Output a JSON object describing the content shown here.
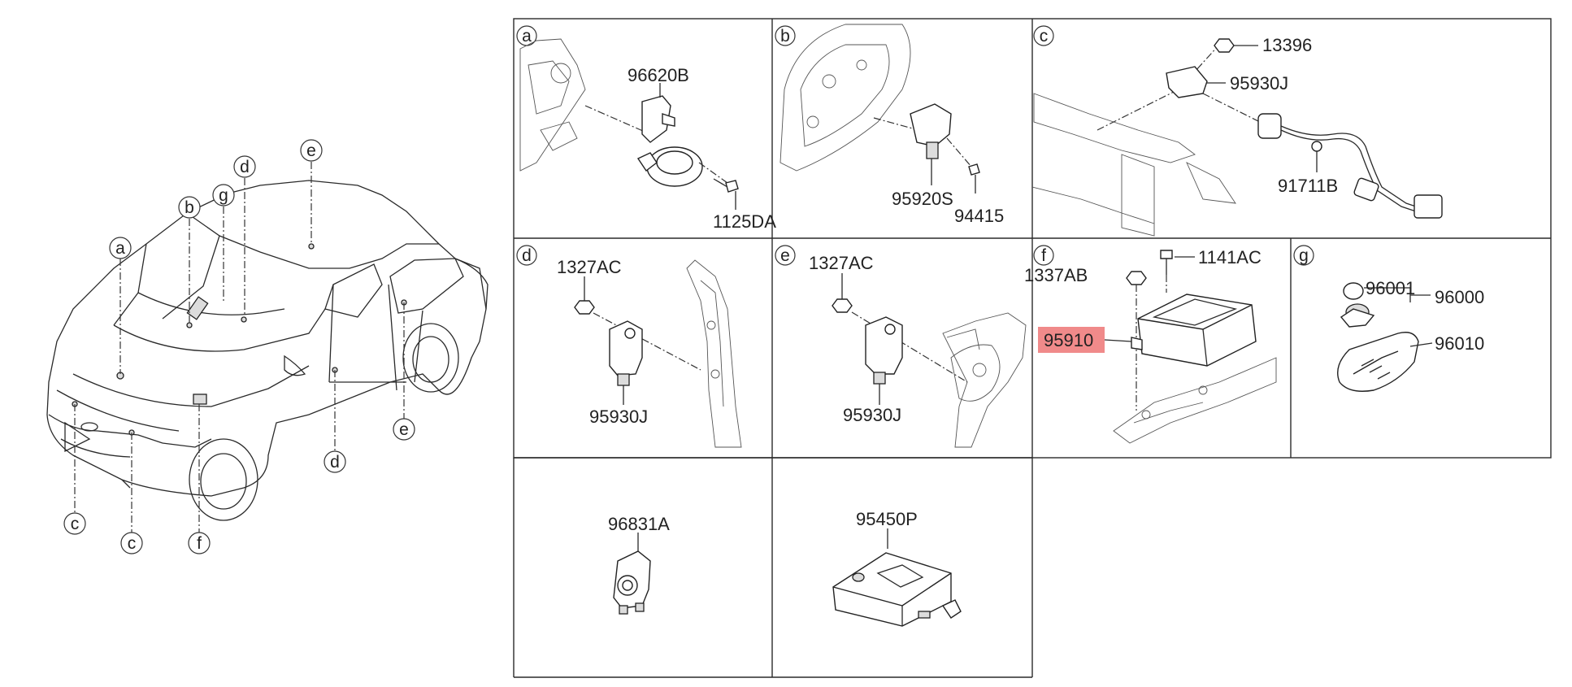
{
  "panels": [
    {
      "letter": "a",
      "parts": [
        "96620B",
        "1125DA"
      ]
    },
    {
      "letter": "b",
      "parts": [
        "95920S",
        "94415"
      ]
    },
    {
      "letter": "c",
      "parts": [
        "13396",
        "95930J",
        "91711B"
      ]
    },
    {
      "letter": "d",
      "parts": [
        "1327AC",
        "95930J"
      ]
    },
    {
      "letter": "e",
      "parts": [
        "1327AC",
        "95930J"
      ]
    },
    {
      "letter": "f",
      "parts": [
        "1337AB",
        "1141AC",
        "95910"
      ]
    },
    {
      "letter": "g",
      "parts": [
        "96001",
        "96000",
        "96010"
      ]
    },
    {
      "letter": "",
      "parts": [
        "96831A"
      ]
    },
    {
      "letter": "",
      "parts": [
        "95450P"
      ]
    }
  ],
  "overview_callouts": [
    "a",
    "b",
    "g",
    "d",
    "e",
    "c",
    "c",
    "f",
    "d",
    "e"
  ],
  "highlight": {
    "part": "95910",
    "color": "#f08a8a"
  },
  "colors": {
    "line": "#2a2a2a",
    "background": "#ffffff"
  }
}
